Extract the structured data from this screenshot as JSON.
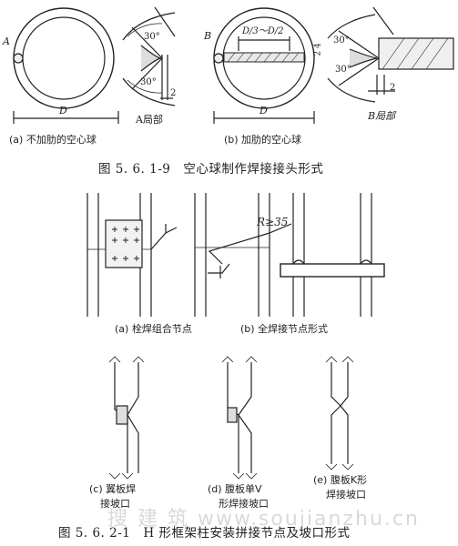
{
  "fig1": {
    "title": "图 5. 6. 1-9　空心球制作焊接接头形式",
    "sub_a": {
      "caption": "(a) 不加肋的空心球",
      "point": "A",
      "dim_d": "D",
      "detail_label": "A局部",
      "angle_top": "30°",
      "angle_bottom": "30°",
      "gap": "2"
    },
    "sub_b": {
      "caption": "(b) 加肋的空心球",
      "point": "B",
      "dim_d": "D",
      "rib_label": "D/3～D/2",
      "detail_label": "B局部",
      "angle_top": "30°",
      "angle_bottom": "30°",
      "gap": "2",
      "side_dims": "2 4"
    }
  },
  "fig2": {
    "title": "图 5. 6. 2-1　H 形框架柱安装拼接节点及坡口形式",
    "sub_a": {
      "caption": "(a)  栓焊组合节点"
    },
    "sub_b": {
      "caption": "(b)  全焊接节点形式",
      "radius": "R≥35"
    },
    "sub_c": {
      "line1": "(c) 翼板焊",
      "line2": "接坡口"
    },
    "sub_d": {
      "line1": "(d) 腹板单V",
      "line2": "形焊接坡口"
    },
    "sub_e": {
      "line1": "(e) 腹板K形",
      "line2": "焊接坡口"
    }
  },
  "watermark": "搜 建 筑   www.soujianzhu.cn"
}
